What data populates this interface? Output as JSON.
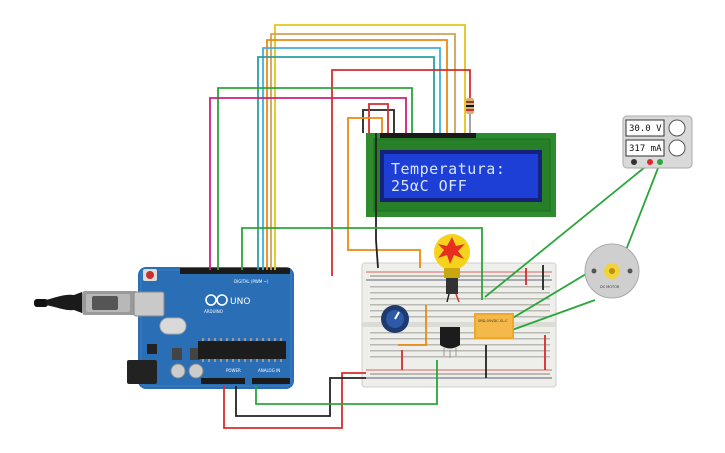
{
  "lcd": {
    "line1": "Temperatura:",
    "line2": "25αC   OFF"
  },
  "power_supply": {
    "voltage": "30.0 V",
    "current": "317 mA"
  },
  "arduino": {
    "brand": "ARDUINO",
    "model": "UNO",
    "header_digital": "DIGITAL (PWM ~)",
    "header_power": "POWER",
    "header_analog": "ANALOG IN"
  },
  "relay": {
    "text": "SRD-05VDC-SL-C"
  },
  "motor": {
    "label": "DC MOTOR"
  },
  "colors": {
    "board": "#2a6eb5",
    "lcd_background": "#1d3fd6",
    "lcd_frame": "#2e8b2e",
    "breadboard": "#eeeeea",
    "wire_red": "#d92b2b",
    "wire_black": "#222222",
    "wire_green": "#2aa63a",
    "wire_orange": "#e98a12",
    "wire_yellow": "#e6c51a",
    "wire_cyan": "#3fb1d8",
    "wire_magenta": "#c9227a",
    "wire_tan": "#d2a05a"
  },
  "icons": [
    "usb-cable-icon",
    "lightbulb-icon",
    "potentiometer-icon",
    "temperature-sensor-icon",
    "relay-icon",
    "dc-motor-icon",
    "power-supply-icon",
    "resistor-icon"
  ]
}
